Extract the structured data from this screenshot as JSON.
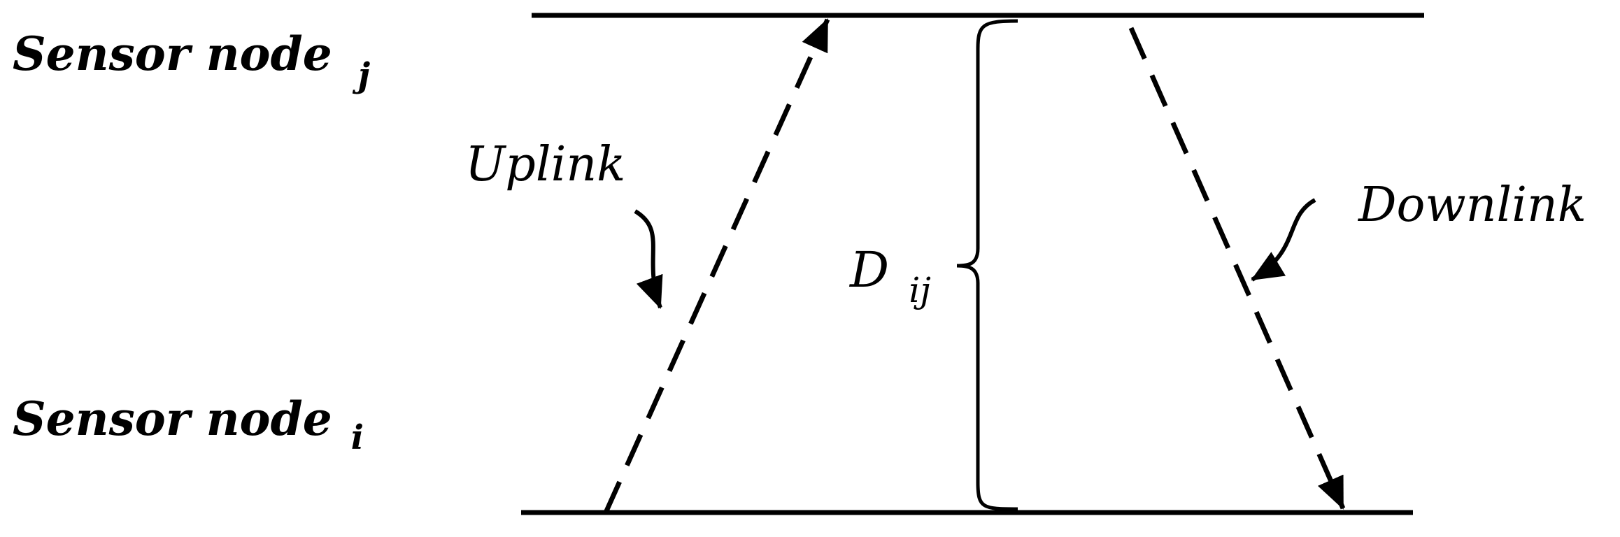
{
  "nodes": {
    "top": {
      "label": "Sensor node",
      "subscript": "j"
    },
    "bottom": {
      "label": "Sensor node",
      "subscript": "i"
    }
  },
  "links": {
    "uplink": "Uplink",
    "downlink": "Downlink"
  },
  "distance": {
    "label": "D",
    "subscript": "ij"
  }
}
